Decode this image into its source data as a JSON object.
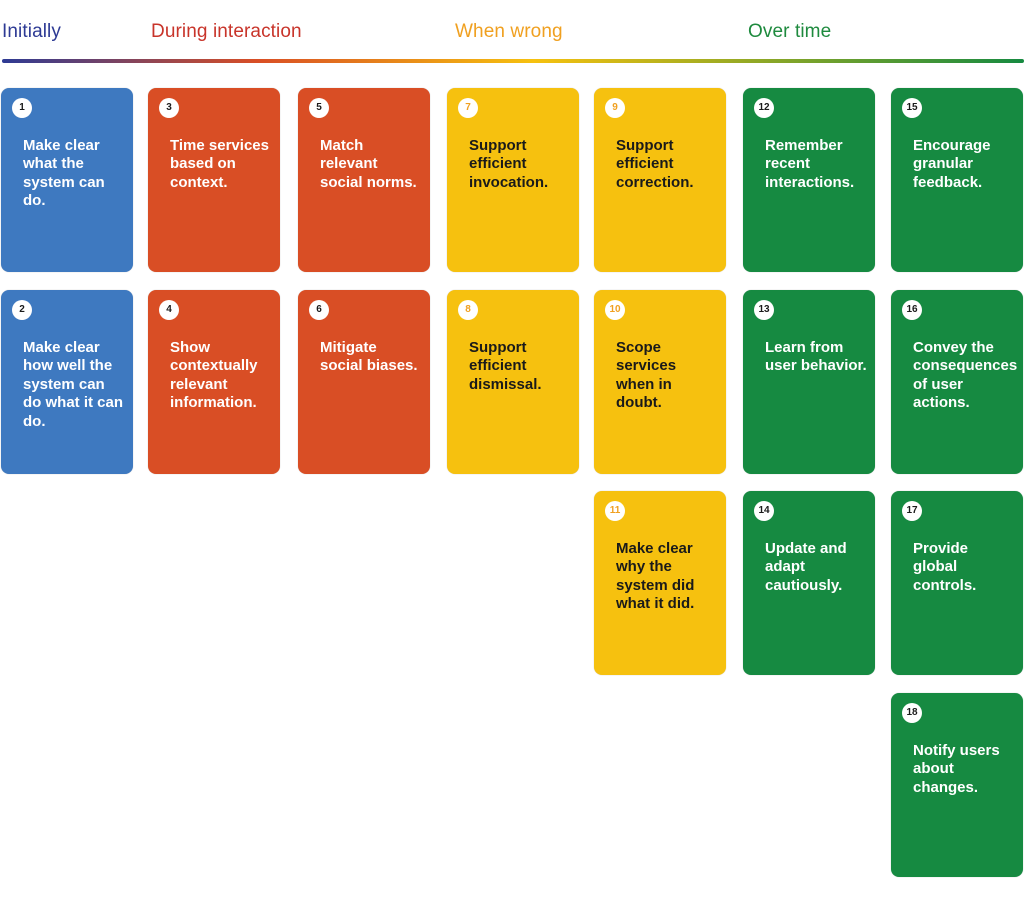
{
  "colors": {
    "blue": "#3e79c0",
    "orange": "#d94e25",
    "yellow": "#f6c10f",
    "green": "#168a41",
    "heading_initially": "#2d3a94",
    "heading_during": "#c8342a",
    "heading_wrong": "#f0a020",
    "heading_overtime": "#1e8a3e"
  },
  "headings": {
    "initially": "Initially",
    "during": "During interaction",
    "wrong": "When wrong",
    "overtime": "Over time"
  },
  "cards": [
    {
      "num": "1",
      "text": "Make clear what the system can do.",
      "color": "blue"
    },
    {
      "num": "2",
      "text": "Make clear how well the system can do what it can do.",
      "color": "blue"
    },
    {
      "num": "3",
      "text": "Time services based on context.",
      "color": "orange"
    },
    {
      "num": "4",
      "text": "Show contextually relevant information.",
      "color": "orange"
    },
    {
      "num": "5",
      "text": "Match relevant social norms.",
      "color": "orange"
    },
    {
      "num": "6",
      "text": "Mitigate social biases.",
      "color": "orange"
    },
    {
      "num": "7",
      "text": "Support efficient invocation.",
      "color": "yellow"
    },
    {
      "num": "8",
      "text": "Support efficient dismissal.",
      "color": "yellow"
    },
    {
      "num": "9",
      "text": "Support efficient correction.",
      "color": "yellow"
    },
    {
      "num": "10",
      "text": "Scope services when in doubt.",
      "color": "yellow"
    },
    {
      "num": "11",
      "text": "Make clear why the system did what it did.",
      "color": "yellow"
    },
    {
      "num": "12",
      "text": "Remember recent interactions.",
      "color": "green"
    },
    {
      "num": "13",
      "text": "Learn from user behavior.",
      "color": "green"
    },
    {
      "num": "14",
      "text": "Update and adapt cautiously.",
      "color": "green"
    },
    {
      "num": "15",
      "text": "Encourage granular feedback.",
      "color": "green"
    },
    {
      "num": "16",
      "text": "Convey the consequences of user actions.",
      "color": "green"
    },
    {
      "num": "17",
      "text": "Provide global controls.",
      "color": "green"
    },
    {
      "num": "18",
      "text": "Notify users about changes.",
      "color": "green"
    }
  ]
}
